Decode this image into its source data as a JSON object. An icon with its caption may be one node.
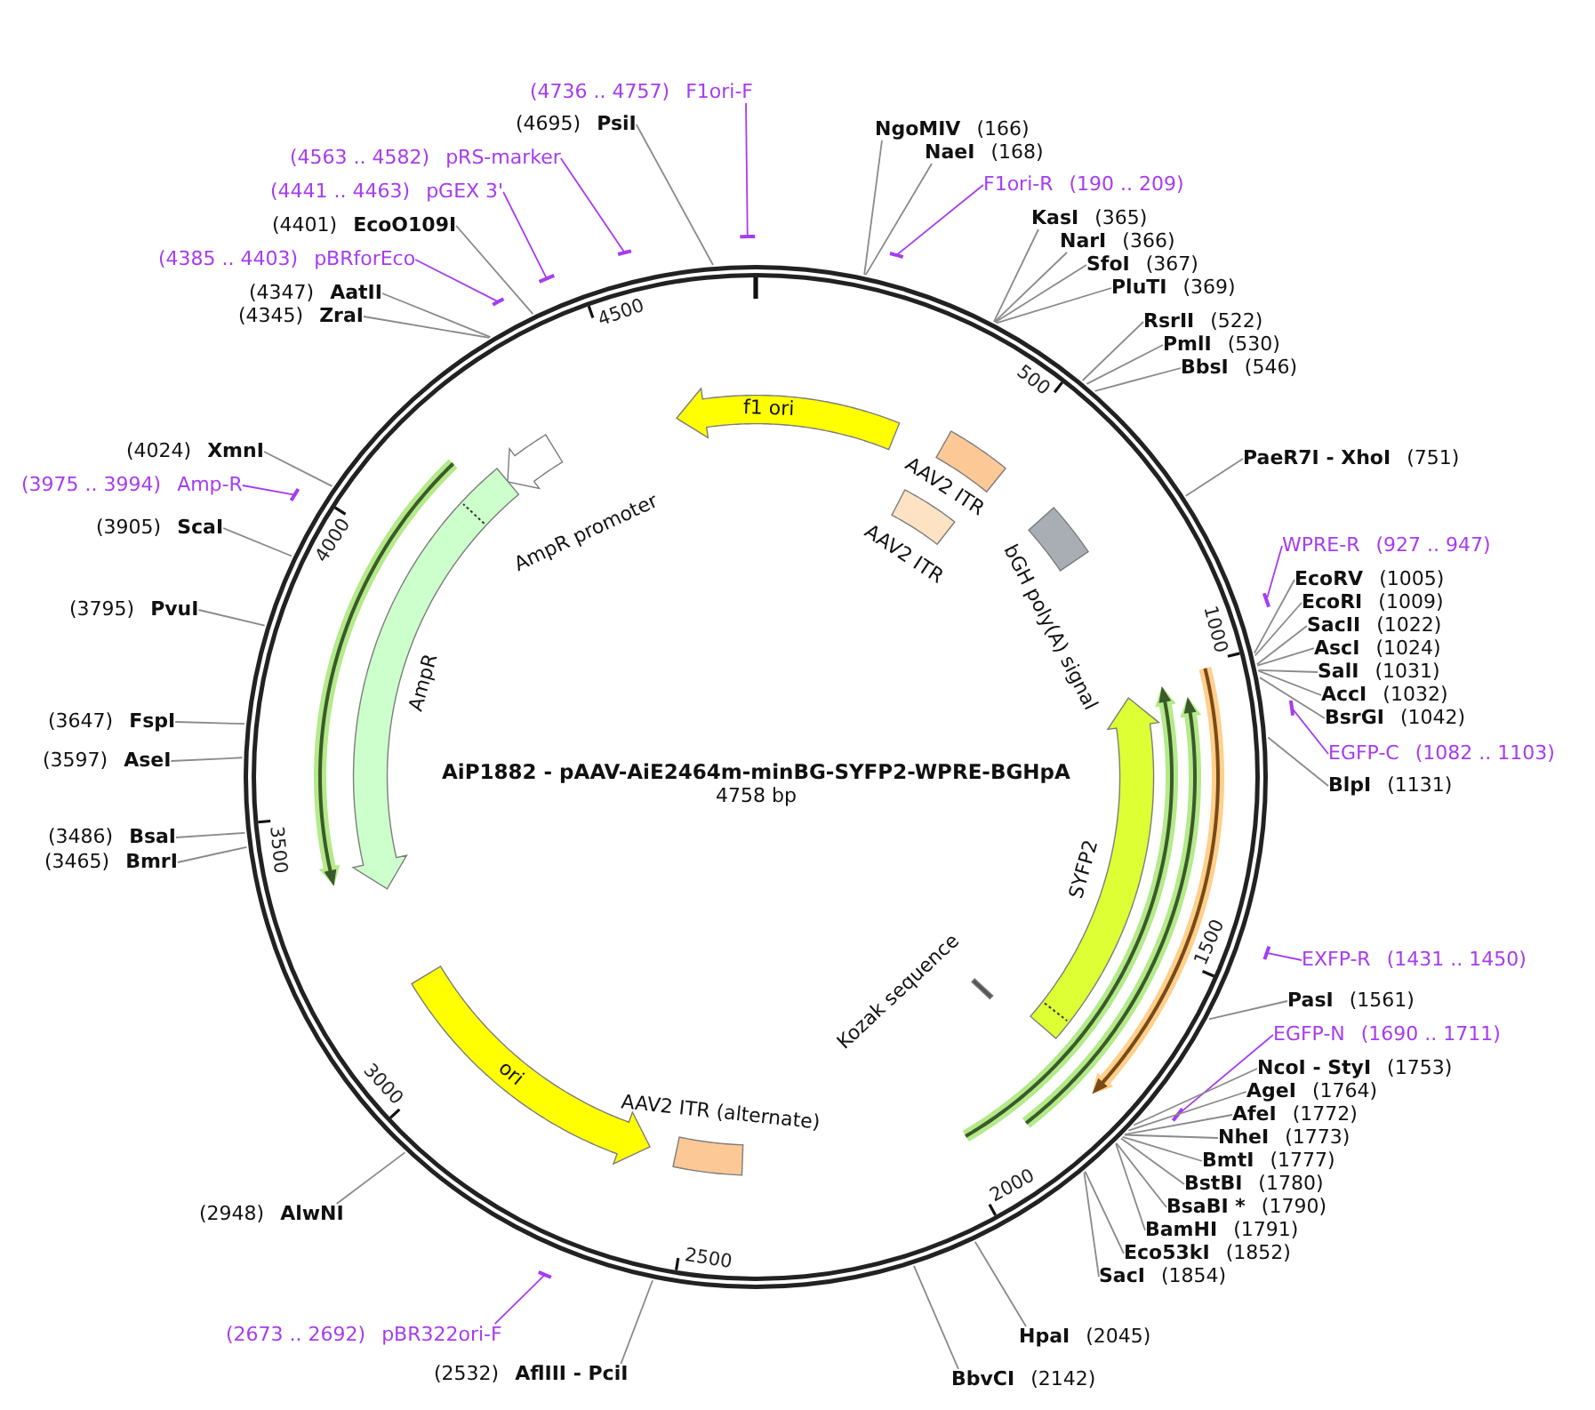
{
  "diagram": {
    "title": "AiP1882 - pAAV-AiE2464m-minBG-SYFP2-WPRE-BGHpA",
    "nodes": [
      {
        "text": [
          "(4736 .. 4757)",
          "F1ori-F"
        ]
      },
      {
        "text": [],
        "shape": "bar"
      },
      {
        "text": [
          "(4695)",
          "PsiI"
        ]
      },
      {
        "text": [
          "NgoMIV",
          "(166)"
        ]
      },
      {
        "text": [
          "NaeI",
          "(168)"
        ]
      },
      {
        "text": [
          "(4563 .. 4582)",
          "pRS-marker"
        ]
      },
      {
        "text": [],
        "shape": "bar"
      },
      {
        "text": [
          "F1ori-R",
          "(190 .. 209)"
        ]
      },
      {
        "text": [],
        "shape": "bar"
      },
      {
        "text": [
          "(4441 .. 4463)",
          "pGEX 3'"
        ]
      },
      {
        "text": [],
        "shape": "bar"
      },
      {
        "text": [
          "KasI",
          "(365)"
        ]
      },
      {
        "text": [
          "(4401)",
          "EcoO109I"
        ]
      },
      {
        "text": [
          "NarI",
          "(366)"
        ]
      },
      {
        "text": [
          "(4385 .. 4403)",
          "pBRforEco"
        ]
      },
      {
        "text": [],
        "shape": "bar"
      },
      {
        "text": [
          "SfoI",
          "(367)"
        ]
      },
      {
        "text": [
          "PluTI",
          "(369)"
        ]
      },
      {
        "text": [
          "(4347)",
          "AatII"
        ]
      },
      {
        "text": [
          "(4345)",
          "ZraI"
        ]
      },
      {
        "text": [
          "RsrII",
          "(522)"
        ]
      },
      {
        "text": [
          "PmlI",
          "(530)"
        ]
      },
      {
        "text": [
          "BbsI",
          "(546)"
        ]
      },
      {
        "text": [
          "f1 ori"
        ]
      },
      {
        "text": [
          "AAV2 ITR"
        ]
      },
      {
        "text": [],
        "shape": "arrow"
      },
      {
        "text": [
          "AmpR promoter"
        ]
      },
      {
        "text": [
          "(4024)",
          "XmnI"
        ]
      },
      {
        "text": [
          "PaeR7I - XhoI",
          "(751)"
        ]
      },
      {
        "text": [
          "AmpR"
        ]
      },
      {
        "text": [
          "(3975 .. 3994)",
          "Amp-R"
        ]
      },
      {
        "text": [],
        "shape": "bar"
      },
      {
        "text": [
          "AAV2 ITR"
        ]
      },
      {
        "text": [
          "bGH poly(A) signal"
        ]
      },
      {
        "text": [
          "(3905)",
          "ScaI"
        ]
      },
      {
        "text": [
          "WPRE-R",
          "(927 .. 947)"
        ]
      },
      {
        "text": [],
        "shape": "bar"
      },
      {
        "text": [
          "EcoRV",
          "(1005)"
        ]
      },
      {
        "text": [
          "EcoRI",
          "(1009)"
        ]
      },
      {
        "text": [
          "(3795)",
          "PvuI"
        ]
      },
      {
        "text": [
          "SacII",
          "(1022)"
        ]
      },
      {
        "text": [
          "AscI",
          "(1024)"
        ]
      },
      {
        "text": [],
        "shape": "arrow"
      },
      {
        "text": [
          "SalI",
          "(1031)"
        ]
      },
      {
        "text": [],
        "shape": "arrow"
      },
      {
        "text": [],
        "shape": "arrow"
      },
      {
        "text": [
          "SYFP2"
        ]
      },
      {
        "text": [
          "AccI",
          "(1032)"
        ]
      },
      {
        "text": [
          "BsrGI",
          "(1042)"
        ]
      },
      {
        "text": [
          "(3647)",
          "FspI"
        ]
      },
      {
        "text": [
          "EGFP-C",
          "(1082 .. 1103)"
        ]
      },
      {
        "text": [],
        "shape": "bar"
      },
      {
        "text": [
          "(3597)",
          "AseI"
        ]
      },
      {
        "text": [
          "BlpI",
          "(1131)"
        ]
      },
      {
        "text": [
          "(3486)",
          "BsaI"
        ]
      },
      {
        "text": [
          "(3465)",
          "BmrI"
        ]
      },
      {
        "text": [
          "Kozak sequence"
        ]
      },
      {
        "text": [
          "EXFP-R",
          "(1431 .. 1450)"
        ]
      },
      {
        "text": [],
        "shape": "bar"
      },
      {
        "text": [
          "ori"
        ]
      },
      {
        "text": [
          "PasI",
          "(1561)"
        ]
      },
      {
        "text": [
          "EGFP-N",
          "(1690 .. 1711)"
        ]
      },
      {
        "text": [],
        "shape": "bar"
      },
      {
        "text": [
          "NcoI - StyI",
          "(1753)"
        ]
      },
      {
        "text": [
          "AgeI",
          "(1764)"
        ]
      },
      {
        "text": [
          "AAV2 ITR (alternate)"
        ]
      },
      {
        "text": [
          "AfeI",
          "(1772)"
        ]
      },
      {
        "text": [
          "NheI",
          "(1773)"
        ]
      },
      {
        "text": [
          "BmtI",
          "(1777)"
        ]
      },
      {
        "text": [
          "BstBI",
          "(1780)"
        ]
      },
      {
        "text": [
          "BsaBI *",
          "(1790)"
        ]
      },
      {
        "text": [
          "(2948)",
          "AlwNI"
        ]
      },
      {
        "text": [
          "BamHI",
          "(1791)"
        ]
      },
      {
        "text": [
          "Eco53kI",
          "(1852)"
        ]
      },
      {
        "text": [
          "SacI",
          "(1854)"
        ]
      },
      {
        "text": [
          "(2673 .. 2692)",
          "pBR322ori-F"
        ]
      },
      {
        "text": [],
        "shape": "bar"
      },
      {
        "text": [
          "HpaI",
          "(2045)"
        ]
      },
      {
        "text": [
          "(2532)",
          "AflIII - PciI"
        ]
      },
      {
        "text": [
          "BbvCI",
          "(2142)"
        ]
      }
    ],
    "edges": [
      {
        "from": 0,
        "to": 1,
        "arrow": "none",
        "color": "#a63cf0"
      },
      {
        "from": 2,
        "to": null,
        "arrow": "none"
      },
      {
        "from": 3,
        "to": null,
        "arrow": "none"
      },
      {
        "from": 4,
        "to": null,
        "arrow": "none"
      },
      {
        "from": 5,
        "to": 6,
        "arrow": "none",
        "color": "#a63cf0"
      },
      {
        "from": 7,
        "to": 8,
        "arrow": "none",
        "color": "#a63cf0"
      },
      {
        "from": 9,
        "to": 10,
        "arrow": "none",
        "color": "#a63cf0"
      },
      {
        "from": 11,
        "to": null,
        "arrow": "none"
      },
      {
        "from": 12,
        "to": null,
        "arrow": "none"
      },
      {
        "from": 13,
        "to": null,
        "arrow": "none"
      },
      {
        "from": 14,
        "to": 15,
        "arrow": "none",
        "color": "#a63cf0"
      },
      {
        "from": 16,
        "to": null,
        "arrow": "none"
      },
      {
        "from": 17,
        "to": null,
        "arrow": "none"
      },
      {
        "from": 18,
        "to": null,
        "arrow": "none"
      },
      {
        "from": 19,
        "to": null,
        "arrow": "none"
      },
      {
        "from": 20,
        "to": null,
        "arrow": "none"
      },
      {
        "from": 21,
        "to": null,
        "arrow": "none"
      },
      {
        "from": 22,
        "to": null,
        "arrow": "none"
      },
      {
        "from": 27,
        "to": null,
        "arrow": "none"
      },
      {
        "from": 28,
        "to": null,
        "arrow": "none"
      },
      {
        "from": 30,
        "to": 31,
        "arrow": "none",
        "color": "#a63cf0"
      },
      {
        "from": 34,
        "to": null,
        "arrow": "none"
      },
      {
        "from": 35,
        "to": 36,
        "arrow": "none",
        "color": "#a63cf0"
      },
      {
        "from": 37,
        "to": null,
        "arrow": "none"
      },
      {
        "from": 38,
        "to": null,
        "arrow": "none"
      },
      {
        "from": 39,
        "to": null,
        "arrow": "none"
      },
      {
        "from": 40,
        "to": null,
        "arrow": "none"
      },
      {
        "from": 41,
        "to": null,
        "arrow": "none"
      },
      {
        "from": 43,
        "to": null,
        "arrow": "none"
      },
      {
        "from": 47,
        "to": null,
        "arrow": "none"
      },
      {
        "from": 48,
        "to": null,
        "arrow": "none"
      },
      {
        "from": 49,
        "to": null,
        "arrow": "none"
      },
      {
        "from": 50,
        "to": 51,
        "arrow": "none",
        "color": "#a63cf0"
      },
      {
        "from": 52,
        "to": null,
        "arrow": "none"
      },
      {
        "from": 53,
        "to": null,
        "arrow": "none"
      },
      {
        "from": 54,
        "to": null,
        "arrow": "none"
      },
      {
        "from": 55,
        "to": null,
        "arrow": "none"
      },
      {
        "from": 57,
        "to": 58,
        "arrow": "none",
        "color": "#a63cf0"
      },
      {
        "from": 60,
        "to": null,
        "arrow": "none"
      },
      {
        "from": 61,
        "to": 62,
        "arrow": "none",
        "color": "#a63cf0"
      },
      {
        "from": 63,
        "to": null,
        "arrow": "none"
      },
      {
        "from": 64,
        "to": null,
        "arrow": "none"
      },
      {
        "from": 66,
        "to": null,
        "arrow": "none"
      },
      {
        "from": 67,
        "to": null,
        "arrow": "none"
      },
      {
        "from": 68,
        "to": null,
        "arrow": "none"
      },
      {
        "from": 69,
        "to": null,
        "arrow": "none"
      },
      {
        "from": 70,
        "to": null,
        "arrow": "none"
      },
      {
        "from": 71,
        "to": null,
        "arrow": "none"
      },
      {
        "from": 72,
        "to": null,
        "arrow": "none"
      },
      {
        "from": 73,
        "to": null,
        "arrow": "none"
      },
      {
        "from": 74,
        "to": null,
        "arrow": "none"
      },
      {
        "from": 75,
        "to": 76,
        "arrow": "none",
        "color": "#a63cf0"
      },
      {
        "from": 77,
        "to": null,
        "arrow": "none"
      },
      {
        "from": 78,
        "to": null,
        "arrow": "none"
      },
      {
        "from": 79,
        "to": null,
        "arrow": "none"
      }
    ],
    "labels": [
      "4500",
      "500",
      "4000",
      "1000",
      "4758 bp",
      "3500",
      "1500",
      "3000",
      "2000",
      "2500"
    ]
  }
}
